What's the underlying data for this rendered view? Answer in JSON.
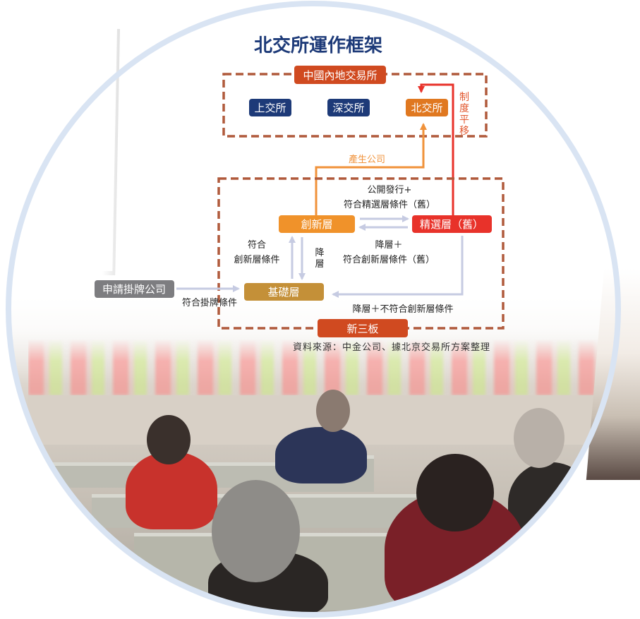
{
  "title": "北交所運作框架",
  "colors": {
    "title": "#1d3a78",
    "dash_border": "#b05a3c",
    "ring": "#d9e4f3",
    "navy_box": "#1d3a78",
    "orange_box": "#f0922a",
    "red_box": "#e8322a",
    "gold_box": "#c49038",
    "gray_box": "#7d7d80",
    "bright_orange_box": "#e07820",
    "header_red": "#d04a20",
    "arrow_lilac": "#c6cbe2",
    "arrow_orange": "#f0923a",
    "arrow_red": "#e8322a"
  },
  "top_group": {
    "label": "中國內地交易所",
    "exchanges": [
      {
        "label": "上交所"
      },
      {
        "label": "深交所"
      },
      {
        "label": "北交所"
      }
    ],
    "side_note": [
      "制",
      "度",
      "平",
      "移"
    ]
  },
  "bottom_group": {
    "label": "新三板",
    "tiers": {
      "innovation": "創新層",
      "select": "精選層（舊）",
      "base": "基礎層"
    }
  },
  "applicant": "申請掛牌公司",
  "edges": {
    "produce_company": "產生公司",
    "innov_to_select": [
      "公開發行+",
      "符合精選層條件（舊）"
    ],
    "select_to_innov": [
      "降層＋",
      "符合創新層條件（舊）"
    ],
    "base_to_innov": [
      "符合",
      "創新層條件"
    ],
    "innov_to_base": [
      "降",
      "層"
    ],
    "applicant_to_base": "符合掛牌條件",
    "select_to_base": "降層＋不符合創新層條件"
  },
  "source": "資料來源：中金公司、據北京交易所方案整理"
}
